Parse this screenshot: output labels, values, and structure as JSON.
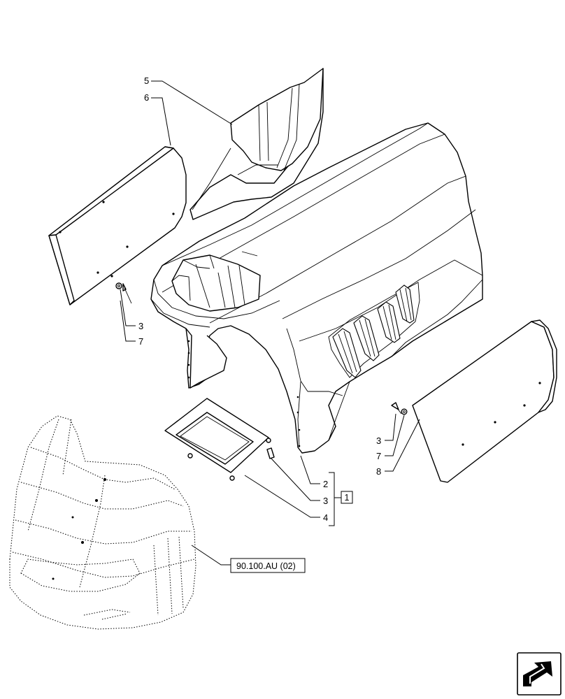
{
  "callouts": {
    "c5_top": "5",
    "c6_top": "6",
    "c3_left": "3",
    "c7_left": "7",
    "c2_center": "2",
    "c3_center": "3",
    "c4_center": "4",
    "c3_right": "3",
    "c7_right": "7",
    "c8_right": "8"
  },
  "group_box_label": "1",
  "reference_label": "90.100.AU (02)",
  "nav_icon": "next-page-arrow-icon"
}
